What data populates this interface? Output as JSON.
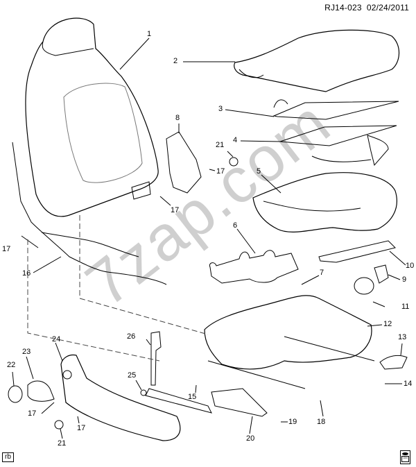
{
  "header": {
    "code": "RJ14-023",
    "date": "02/24/2011"
  },
  "footer": {
    "corner_tag": "rb",
    "logo_text": "GM"
  },
  "watermark": "7zap.com",
  "callouts": [
    {
      "id": "c1",
      "label": "1"
    },
    {
      "id": "c2",
      "label": "2"
    },
    {
      "id": "c3",
      "label": "3"
    },
    {
      "id": "c4",
      "label": "4"
    },
    {
      "id": "c5",
      "label": "5"
    },
    {
      "id": "c6",
      "label": "6"
    },
    {
      "id": "c7",
      "label": "7"
    },
    {
      "id": "c8",
      "label": "8"
    },
    {
      "id": "c9",
      "label": "9"
    },
    {
      "id": "c10",
      "label": "10"
    },
    {
      "id": "c11",
      "label": "11"
    },
    {
      "id": "c12",
      "label": "12"
    },
    {
      "id": "c13",
      "label": "13"
    },
    {
      "id": "c14",
      "label": "14"
    },
    {
      "id": "c15",
      "label": "15"
    },
    {
      "id": "c16",
      "label": "16"
    },
    {
      "id": "c17a",
      "label": "17"
    },
    {
      "id": "c17b",
      "label": "17"
    },
    {
      "id": "c17c",
      "label": "17"
    },
    {
      "id": "c17d",
      "label": "17"
    },
    {
      "id": "c17e",
      "label": "17"
    },
    {
      "id": "c18",
      "label": "18"
    },
    {
      "id": "c19",
      "label": "19"
    },
    {
      "id": "c20",
      "label": "20"
    },
    {
      "id": "c21a",
      "label": "21"
    },
    {
      "id": "c21b",
      "label": "21"
    },
    {
      "id": "c22",
      "label": "22"
    },
    {
      "id": "c23",
      "label": "23"
    },
    {
      "id": "c24",
      "label": "24"
    },
    {
      "id": "c25",
      "label": "25"
    },
    {
      "id": "c26",
      "label": "26"
    }
  ],
  "colors": {
    "line": "#000000",
    "watermark": "#cfcfcf",
    "background": "#ffffff"
  }
}
